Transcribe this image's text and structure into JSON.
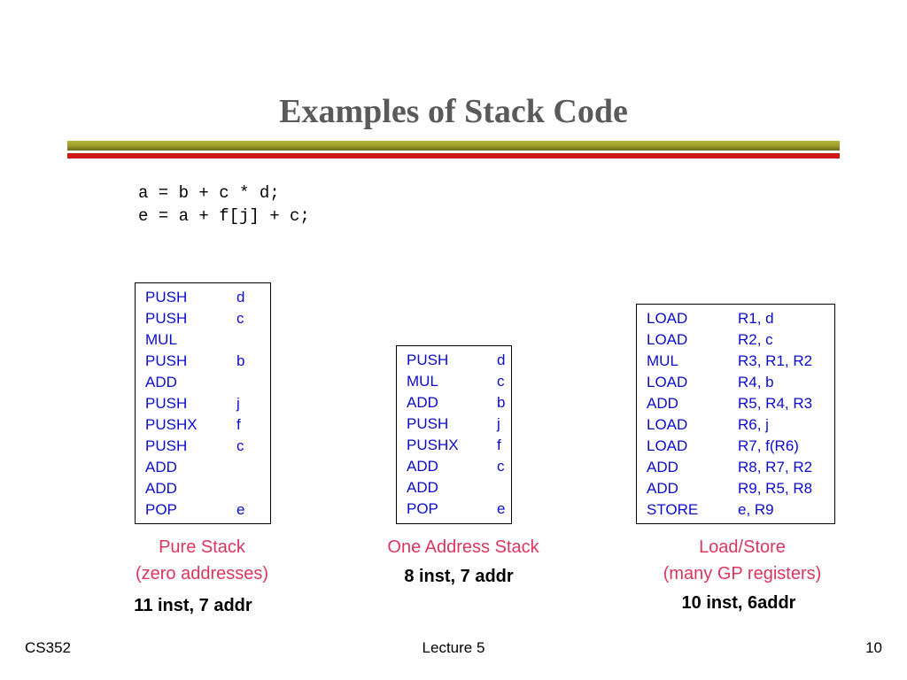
{
  "slide": {
    "title": "Examples of Stack Code",
    "code_lines": [
      "a = b + c * d;",
      "e = a + f[j] + c;"
    ]
  },
  "pure_stack": {
    "rows": [
      {
        "op": "PUSH",
        "arg": "d"
      },
      {
        "op": "PUSH",
        "arg": "c"
      },
      {
        "op": "MUL",
        "arg": ""
      },
      {
        "op": "PUSH",
        "arg": "b"
      },
      {
        "op": "ADD",
        "arg": ""
      },
      {
        "op": "PUSH",
        "arg": "j"
      },
      {
        "op": "PUSHX",
        "arg": "f"
      },
      {
        "op": "PUSH",
        "arg": "c"
      },
      {
        "op": "ADD",
        "arg": ""
      },
      {
        "op": "ADD",
        "arg": ""
      },
      {
        "op": "POP",
        "arg": "e"
      }
    ],
    "caption_line1": "Pure Stack",
    "caption_line2": "(zero addresses)",
    "stats": "11 inst, 7 addr"
  },
  "one_address": {
    "rows": [
      {
        "op": "PUSH",
        "arg": "d"
      },
      {
        "op": "MUL",
        "arg": "c"
      },
      {
        "op": "ADD",
        "arg": "b"
      },
      {
        "op": "PUSH",
        "arg": "j"
      },
      {
        "op": "PUSHX",
        "arg": "f"
      },
      {
        "op": "ADD",
        "arg": "c"
      },
      {
        "op": "ADD",
        "arg": ""
      },
      {
        "op": "POP",
        "arg": "e"
      }
    ],
    "caption_line1": "One Address Stack",
    "stats": "8 inst, 7 addr"
  },
  "load_store": {
    "rows": [
      {
        "op": "LOAD",
        "arg": "R1, d"
      },
      {
        "op": "LOAD",
        "arg": "R2, c"
      },
      {
        "op": "MUL",
        "arg": "R3, R1, R2"
      },
      {
        "op": "LOAD",
        "arg": "R4, b"
      },
      {
        "op": "ADD",
        "arg": "R5, R4, R3"
      },
      {
        "op": "LOAD",
        "arg": "R6, j"
      },
      {
        "op": "LOAD",
        "arg": "R7, f(R6)"
      },
      {
        "op": "ADD",
        "arg": "R8, R7, R2"
      },
      {
        "op": "ADD",
        "arg": "R9, R5, R8"
      },
      {
        "op": "STORE",
        "arg": "e, R9"
      }
    ],
    "caption_line1": "Load/Store",
    "caption_line2": "(many GP registers)",
    "stats": "10 inst, 6addr"
  },
  "footer": {
    "course": "CS352",
    "lecture": "Lecture 5",
    "page": "10"
  }
}
